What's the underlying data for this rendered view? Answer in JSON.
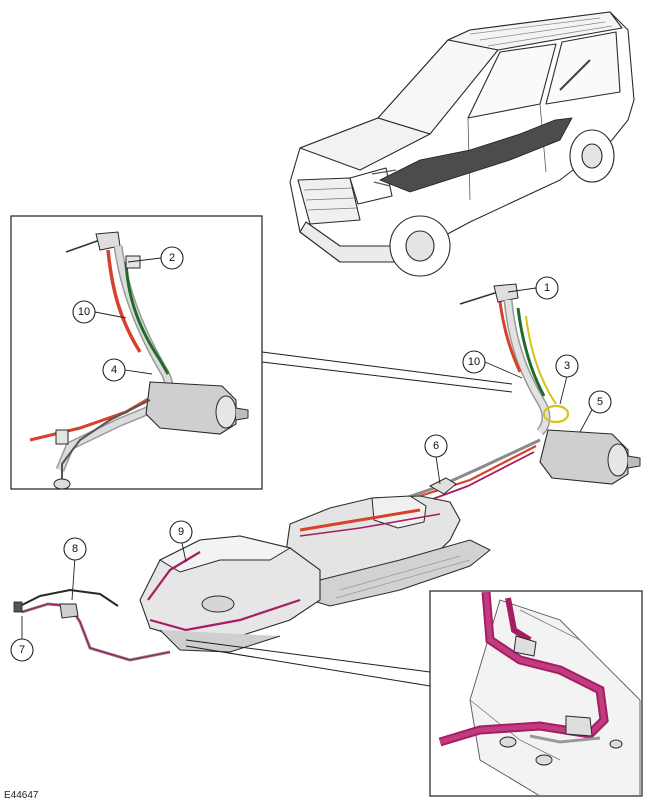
{
  "figure_code": "E44647",
  "callouts": {
    "c1": "1",
    "c2": "2",
    "c3": "3",
    "c4": "4",
    "c5": "5",
    "c6": "6",
    "c7": "7",
    "c8": "8",
    "c9": "9",
    "c10_main": "10",
    "c10_inset": "10"
  },
  "colors": {
    "outline": "#2a2a2a",
    "part_fill": "#e6e6e6",
    "part_shade": "#c4c4c4",
    "dark_part": "#5a5a5a",
    "fuel_feed": "#d8412a",
    "vent": "#1f6b2a",
    "yellow_line": "#d6c21a",
    "purple_line": "#a51d63"
  }
}
